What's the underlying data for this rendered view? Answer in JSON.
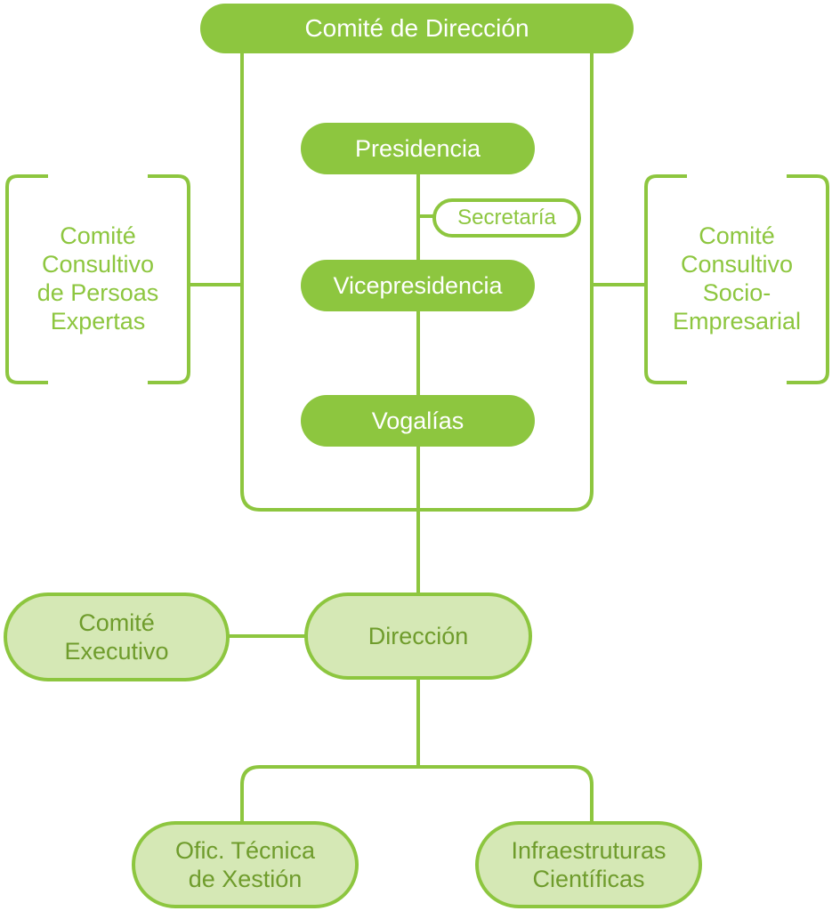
{
  "colors": {
    "accent": "#8dc63f",
    "pale_fill": "#d5e8b5",
    "pale_text": "#6f9c2c"
  },
  "nodes": {
    "comite_direccion": "Comité de Dirección",
    "presidencia": "Presidencia",
    "secretaria": "Secretaría",
    "vicepresidencia": "Vicepresidencia",
    "vogalias": "Vogalías",
    "comite_consultivo_expertas": "Comité\nConsultivo\nde Persoas\nExpertas",
    "comite_consultivo_socio": "Comité\nConsultivo\nSocio-\nEmpresarial",
    "comite_executivo": "Comité\nExecutivo",
    "direccion": "Dirección",
    "oficina_tecnica": "Ofic. Técnica\nde Xestión",
    "infraestruturas": "Infraestruturas\nCientíficas"
  }
}
